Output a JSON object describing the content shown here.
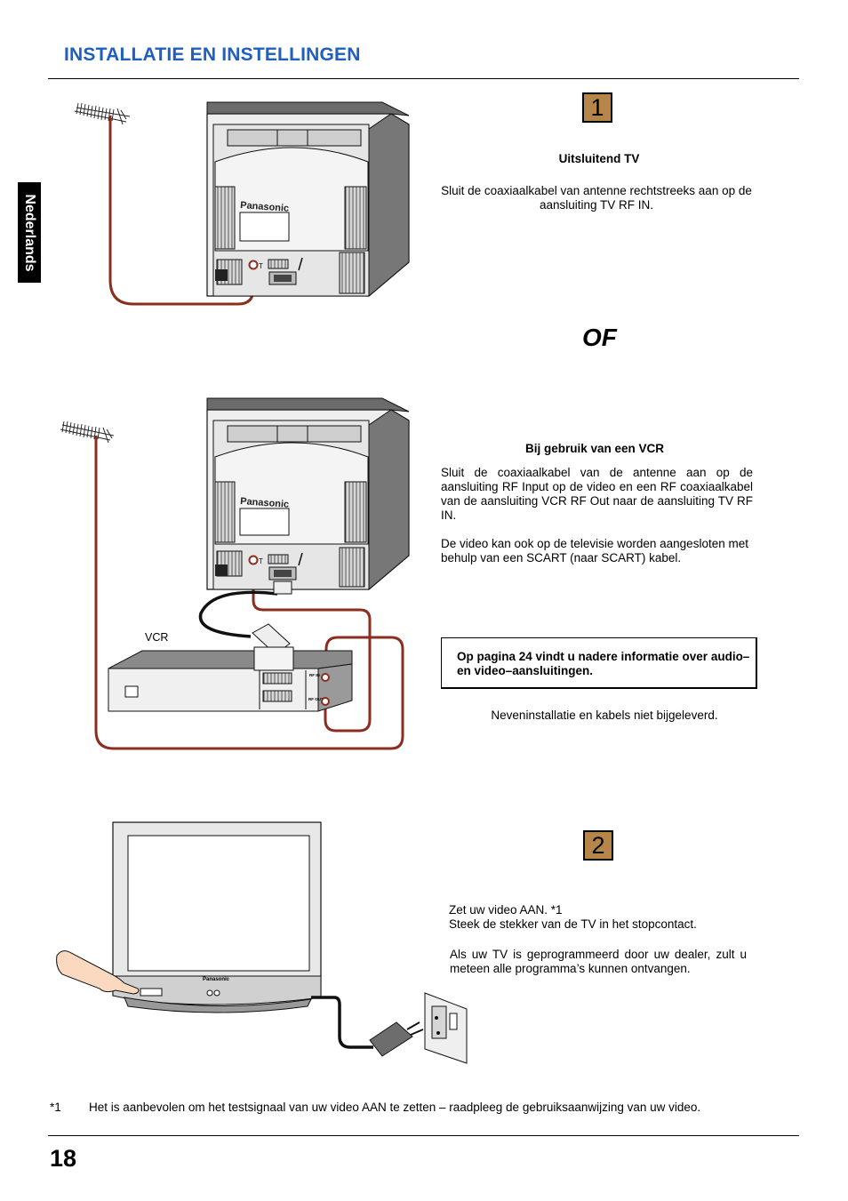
{
  "header": {
    "title": "INSTALLATIE EN INSTELLINGEN"
  },
  "side_tab": {
    "label": "Nederlands"
  },
  "step1": {
    "number": "1",
    "heading": "Uitsluitend TV",
    "text": "Sluit de coaxiaalkabel van antenne rechtstreeks aan op de aansluiting TV RF IN."
  },
  "separator": {
    "label": "OF"
  },
  "vcr_section": {
    "heading": "Bij gebruik van een VCR",
    "paragraph1": "Sluit de coaxiaalkabel van de antenne aan op de aansluiting RF Input op de video en een RF coaxiaalkabel van de aansluiting VCR RF Out naar de aansluiting TV RF IN.",
    "paragraph2": "De video kan ook op de televisie worden aangesloten met behulp van een SCART (naar SCART) kabel.",
    "note": "Op pagina 24 vindt u nadere informatie over audio– en video–aansluitingen.",
    "footnote": "Neveninstallatie en kabels niet bijgeleverd."
  },
  "figure_labels": {
    "brand": "Panasonic",
    "vcr": "VCR",
    "rf_in": "RF IN",
    "rf_out": "RF OUT",
    "antenna_jack": "T"
  },
  "step2": {
    "number": "2",
    "line1": "Zet uw video AAN. *1",
    "line2": "Steek de stekker van de TV in het stopcontact.",
    "line3": "Als uw TV is geprogrammeerd door uw dealer, zult u meteen alle programma’s kunnen ontvangen."
  },
  "footnote": {
    "marker": "*1",
    "text": "Het is aanbevolen om het testsignaal van uw video AAN te zetten – raadpleeg de gebruiksaanwijzing van uw video."
  },
  "page": {
    "number": "18"
  },
  "colors": {
    "header": "#1f5fbf",
    "step_box": "#b58549",
    "cable": "#8b2e1f"
  }
}
